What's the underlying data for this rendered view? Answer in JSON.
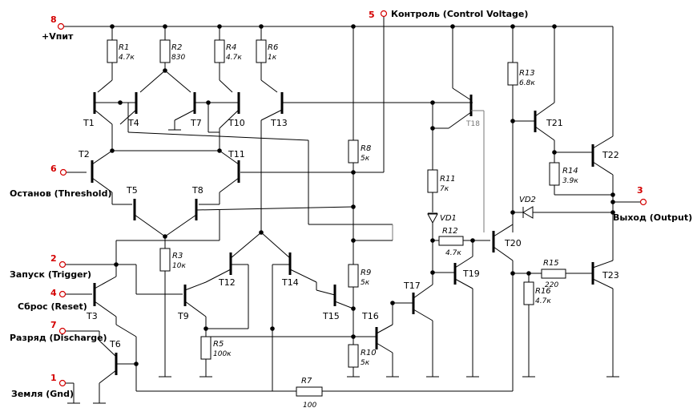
{
  "pins": [
    {
      "id": "p8",
      "number": "8",
      "label": "+Vпит"
    },
    {
      "id": "p5",
      "number": "5",
      "label": "Контроль (Control Voltage)"
    },
    {
      "id": "p6",
      "number": "6",
      "label": "Останов (Threshold)"
    },
    {
      "id": "p2",
      "number": "2",
      "label": "Запуск (Trigger)"
    },
    {
      "id": "p4",
      "number": "4",
      "label": "Сброс (Reset)"
    },
    {
      "id": "p7",
      "number": "7",
      "label": "Разряд (Discharge)"
    },
    {
      "id": "p1",
      "number": "1",
      "label": "Земля (Gnd)"
    },
    {
      "id": "p3",
      "number": "3",
      "label": "Выход (Output)"
    }
  ],
  "resistors": [
    {
      "name": "R1",
      "value": "4.7к"
    },
    {
      "name": "R2",
      "value": "830"
    },
    {
      "name": "R4",
      "value": "4.7к"
    },
    {
      "name": "R6",
      "value": "1к"
    },
    {
      "name": "R13",
      "value": "6.8к"
    },
    {
      "name": "R8",
      "value": "5к"
    },
    {
      "name": "R11",
      "value": "7к"
    },
    {
      "name": "R12",
      "value": "4.7к"
    },
    {
      "name": "R14",
      "value": "3.9к"
    },
    {
      "name": "R3",
      "value": "10к"
    },
    {
      "name": "R9",
      "value": "5к"
    },
    {
      "name": "R15",
      "value": "220"
    },
    {
      "name": "R16",
      "value": "4.7к"
    },
    {
      "name": "R5",
      "value": "100к"
    },
    {
      "name": "R10",
      "value": "5к"
    },
    {
      "name": "R7",
      "value": "100"
    }
  ],
  "transistors": [
    "T1",
    "T4",
    "T7",
    "T10",
    "T13",
    "T2",
    "T11",
    "T5",
    "T8",
    "T12",
    "T14",
    "T3",
    "T9",
    "T15",
    "T6",
    "T16",
    "T17",
    "T19",
    "T20",
    "T21",
    "T22",
    "T23",
    "T18"
  ],
  "diodes": [
    "VD1",
    "VD2"
  ]
}
